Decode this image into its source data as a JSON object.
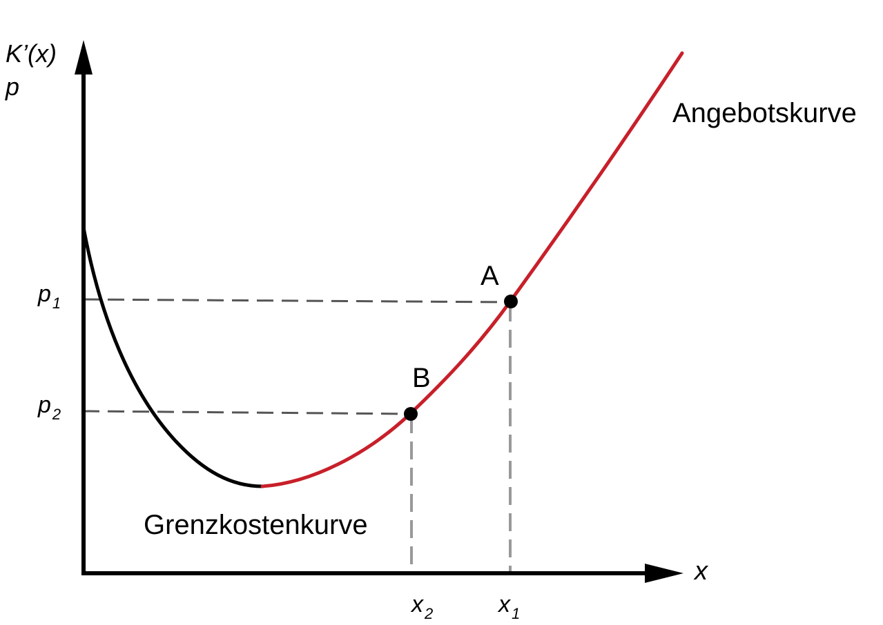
{
  "axes": {
    "y_label_line1": "K’(x)",
    "y_label_line2": "p",
    "x_label": "x"
  },
  "ticks": {
    "p1": {
      "base": "p",
      "sub": "1"
    },
    "p2": {
      "base": "p",
      "sub": "2"
    },
    "x1": {
      "base": "x",
      "sub": "1"
    },
    "x2": {
      "base": "x",
      "sub": "2"
    }
  },
  "points": {
    "A": "A",
    "B": "B"
  },
  "curves": {
    "supply": "Angebotskurve",
    "marginal_cost": "Grenzkostenkurve"
  },
  "colors": {
    "axis": "#000000",
    "marginal_cost_curve": "#000000",
    "supply_curve": "#c8202a",
    "guide_horizontal": "#555555",
    "guide_vertical": "#999999"
  }
}
